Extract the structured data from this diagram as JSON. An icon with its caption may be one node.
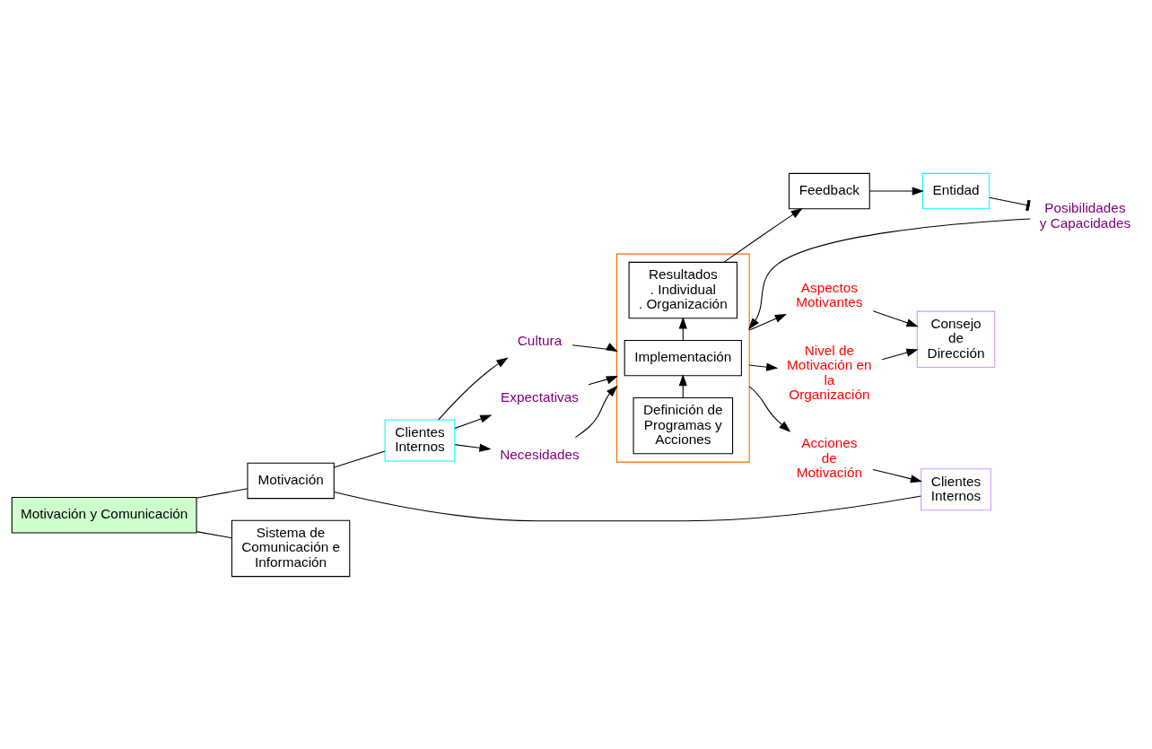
{
  "diagram": {
    "nodes": [
      {
        "text": [
          "Motivación y Comunicación"
        ]
      },
      {
        "text": [
          "Motivación"
        ]
      },
      {
        "text": [
          "Sistema de Comunicación e Información"
        ]
      },
      {
        "text": [
          "Clientes Internos"
        ]
      },
      {
        "text": [
          "Expectativas"
        ]
      },
      {
        "text": [
          "Necesidades"
        ]
      },
      {
        "text": [
          "Cultura"
        ]
      },
      {
        "text": [
          "Entidad"
        ]
      },
      {
        "text": [
          "Posibilidades y Capacidades"
        ]
      },
      {
        "text": [],
        "shape": "box"
      },
      {
        "text": [
          "Definición de Programas y Acciones"
        ],
        "in": 9
      },
      {
        "text": [
          "Implementación"
        ],
        "in": 9
      },
      {
        "text": [
          "Resultados",
          ". Individual",
          ". Organización"
        ],
        "in": 9
      },
      {
        "text": [
          "Acciones de Motivación"
        ]
      },
      {
        "text": [
          "Aspectos Motivantes"
        ]
      },
      {
        "text": [
          "Nivel de Motivación en la Organización"
        ]
      },
      {
        "text": [
          "Clientes Internos"
        ]
      },
      {
        "text": [
          "Consejo de Dirección"
        ]
      },
      {
        "text": [
          "Feedback"
        ]
      }
    ],
    "edges": [
      {
        "from": 0,
        "to": 1,
        "arrow": "none"
      },
      {
        "from": 0,
        "to": 2,
        "arrow": "none"
      },
      {
        "from": 1,
        "to": 3,
        "arrow": "none"
      },
      {
        "from": 1,
        "to": 16,
        "arrow": "none"
      },
      {
        "from": 3,
        "to": 4,
        "arrow": "to"
      },
      {
        "from": 3,
        "to": 5,
        "arrow": "to"
      },
      {
        "from": 3,
        "to": 6,
        "arrow": "to"
      },
      {
        "from": 7,
        "to": 8,
        "arrow": "other"
      },
      {
        "from": 4,
        "to": 9,
        "arrow": "to"
      },
      {
        "from": 5,
        "to": 9,
        "arrow": "to"
      },
      {
        "from": 6,
        "to": 9,
        "arrow": "to"
      },
      {
        "from": 8,
        "to": 9,
        "arrow": "to"
      },
      {
        "from": 10,
        "to": 11,
        "arrow": "to"
      },
      {
        "from": 11,
        "to": 12,
        "arrow": "to"
      },
      {
        "from": 12,
        "to": 18,
        "arrow": "to"
      },
      {
        "from": 18,
        "to": 7,
        "arrow": "to"
      },
      {
        "from": 9,
        "to": 13,
        "arrow": "to"
      },
      {
        "from": 9,
        "to": 14,
        "arrow": "to"
      },
      {
        "from": 9,
        "to": 15,
        "arrow": "to"
      },
      {
        "from": 13,
        "to": 16,
        "arrow": "to"
      },
      {
        "from": 14,
        "to": 17,
        "arrow": "to"
      },
      {
        "from": 15,
        "to": 17,
        "arrow": "to"
      }
    ]
  }
}
